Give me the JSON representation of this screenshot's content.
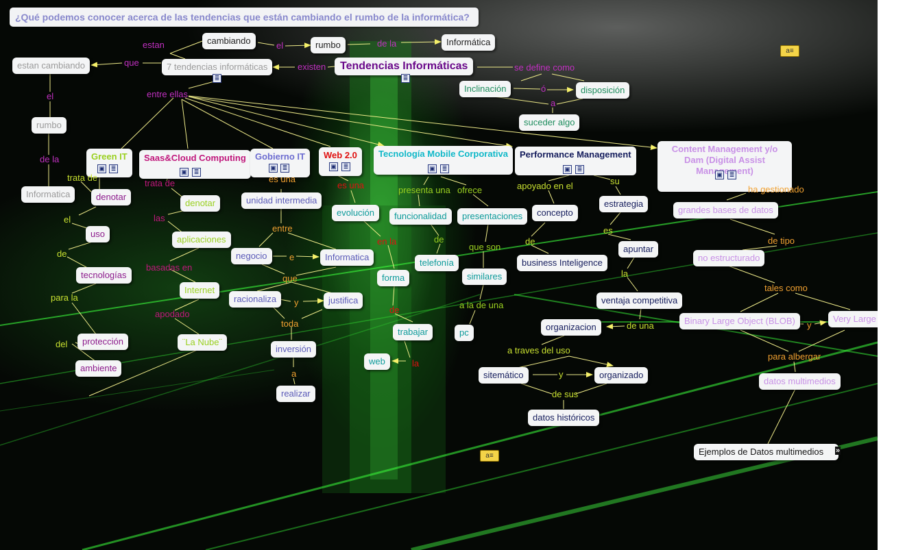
{
  "title": "¿Qué podemos conocer acerca de las tendencias que están cambiando el rumbo de la informática?",
  "nodes": {
    "cambiando": "cambiando",
    "rumbo_top": "rumbo",
    "informatica_top": "Informática",
    "estan_cambiando": "estan cambiando",
    "siete_tendencias": "7 tendencias informáticas",
    "tendencias": "Tendencias Informáticas",
    "inclinacion": "Inclinación",
    "disposicion": "disposición",
    "suceder_algo": "suceder algo",
    "rumbo_left": "rumbo",
    "informatica_left": "Informatica",
    "green_it": "Green IT",
    "saas": "Saas&Cloud Computing",
    "gobierno_it": "Gobierno IT",
    "web20": "Web 2.0",
    "mobile": "Tecnología Mobile Corporativa",
    "performance": "Performance Management",
    "content": "Content Management y/o Dam (Digital Assist Management)",
    "denotar_g": "denotar",
    "uso": "uso",
    "tecnologias": "tecnologías",
    "proteccion": "protección",
    "ambiente": "ambiente",
    "denotar_s": "denotar",
    "aplicaciones": "aplicaciones",
    "internet": "Internet",
    "la_nube": "¨La Nube¨",
    "unidad": "unidad intermedia",
    "negocio": "negocio",
    "informatica_gov": "Informatica",
    "racionaliza": "racionaliza",
    "justifica": "justifica",
    "inversion": "inversión",
    "realizar": "realizar",
    "evolucion": "evolución",
    "forma": "forma",
    "trabajar": "trabajar",
    "web": "web",
    "funcionalidad": "funcionalidad",
    "presentaciones": "presentaciones",
    "telefonia": "telefonía",
    "similares": "similares",
    "pc": "pc",
    "concepto": "concepto",
    "business": "business Inteligence",
    "estrategia": "estrategia",
    "apuntar": "apuntar",
    "ventaja": "ventaja competitiva",
    "organizacion": "organizacion",
    "sistematico": "sitemático",
    "organizado": "organizado",
    "datos_historicos": "datos históricos",
    "grandes_bases": "grandes bases de datos",
    "no_estructurado": "no estructurado",
    "blob": "Binary Large Object (BLOB)",
    "very_large": "Very Large BLOB",
    "datos_multimedios": "datos multimedios",
    "ejemplos": "Ejemplos de Datos multimedios"
  },
  "labels": {
    "estan": "estan",
    "el_top": "el",
    "de_la_top": "de la",
    "que": "que",
    "existen": "existen",
    "se_define_como": "se define como",
    "o": "ó",
    "a_def": "a",
    "el_left": "el",
    "de_la_left": "de la",
    "entre_ellas": "entre ellas",
    "trata_de_g": "trata de",
    "el_g": "el",
    "de_g": "de",
    "para_la": "para la",
    "del": "del",
    "trata_de_s": "trata de",
    "las": "las",
    "basadas_en": "basadas en",
    "apodado": "apodado",
    "es_una_gov": "es una",
    "entre": "entre",
    "e": "e",
    "que_gov": "que",
    "y_gov": "y",
    "toda": "toda",
    "a_gov": "a",
    "es_una_web": "es una",
    "en_la": "en la",
    "de_web": "de",
    "la_web": "la",
    "presenta_una": "presenta una",
    "ofrece": "ofrece",
    "de_mob": "de",
    "que_son": "que son",
    "a_la_de_una": "a la de una",
    "apoyado_en_el": "apoyado en el",
    "de_perf": "de",
    "su": "su",
    "es": "es",
    "la_perf": "la",
    "de_una": "de una",
    "a_traves_del_uso": "a traves del uso",
    "y_perf": "y",
    "de_sus": "de sus",
    "ha_gestionado": "ha gestionado",
    "de_tipo": "de tipo",
    "tales_como": "tales como",
    "y_cm": "y",
    "para_albergar": "para albergar"
  },
  "colors": {
    "link": "#f0ec8a",
    "arrow": "#f5f06a",
    "purple": "#8c1a8c",
    "magenta": "#c030c0",
    "green_text": "#9ad020",
    "pink": "#c0187c",
    "blue": "#6c6cd0",
    "red": "#e01010",
    "cyan": "#10b8c8",
    "navy": "#141c5c",
    "lilac": "#c890e6",
    "orange": "#f0a030",
    "yellow_green": "#c8e030"
  },
  "icons": {
    "image": "image-icon",
    "document": "document-icon",
    "note": "note-icon",
    "expand": "expand-chevron-icon"
  }
}
